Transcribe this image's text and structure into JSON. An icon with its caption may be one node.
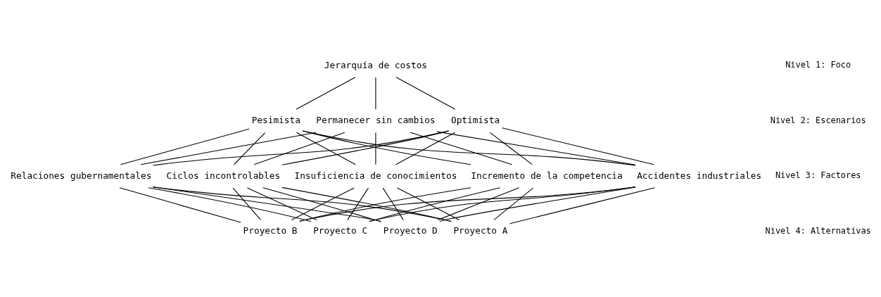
{
  "diagram": {
    "nodes": [
      {
        "text": [
          "Jerarquía de costos"
        ]
      },
      {
        "text": [
          "Pesimista"
        ]
      },
      {
        "text": [
          "Permanecer sin cambios"
        ]
      },
      {
        "text": [
          "Optimista"
        ]
      },
      {
        "text": [
          "Incremento de la competencia"
        ]
      },
      {
        "text": [
          "Accidentes industriales"
        ]
      },
      {
        "text": [
          "Relaciones gubernamentales"
        ]
      },
      {
        "text": [
          "Ciclos incontrolables"
        ]
      },
      {
        "text": [
          "Insuficiencia de conocimientos"
        ]
      },
      {
        "text": [
          "Proyecto A"
        ]
      },
      {
        "text": [
          "Proyecto B"
        ]
      },
      {
        "text": [
          "Proyecto C"
        ]
      },
      {
        "text": [
          "Proyecto D"
        ]
      }
    ],
    "edges": [
      {
        "from": 0,
        "to": 1,
        "arrow": "none"
      },
      {
        "from": 0,
        "to": 2,
        "arrow": "none"
      },
      {
        "from": 0,
        "to": 3,
        "arrow": "none"
      },
      {
        "from": 1,
        "to": 4,
        "arrow": "none"
      },
      {
        "from": 1,
        "to": 5,
        "arrow": "none"
      },
      {
        "from": 1,
        "to": 6,
        "arrow": "none"
      },
      {
        "from": 1,
        "to": 7,
        "arrow": "none"
      },
      {
        "from": 1,
        "to": 8,
        "arrow": "none"
      },
      {
        "from": 2,
        "to": 4,
        "arrow": "none"
      },
      {
        "from": 2,
        "to": 5,
        "arrow": "none"
      },
      {
        "from": 2,
        "to": 6,
        "arrow": "none"
      },
      {
        "from": 2,
        "to": 7,
        "arrow": "none"
      },
      {
        "from": 2,
        "to": 8,
        "arrow": "none"
      },
      {
        "from": 3,
        "to": 4,
        "arrow": "none"
      },
      {
        "from": 3,
        "to": 5,
        "arrow": "none"
      },
      {
        "from": 3,
        "to": 6,
        "arrow": "none"
      },
      {
        "from": 3,
        "to": 7,
        "arrow": "none"
      },
      {
        "from": 3,
        "to": 8,
        "arrow": "none"
      },
      {
        "from": 4,
        "to": 9,
        "arrow": "none"
      },
      {
        "from": 4,
        "to": 10,
        "arrow": "none"
      },
      {
        "from": 4,
        "to": 11,
        "arrow": "none"
      },
      {
        "from": 4,
        "to": 12,
        "arrow": "none"
      },
      {
        "from": 5,
        "to": 9,
        "arrow": "none"
      },
      {
        "from": 5,
        "to": 10,
        "arrow": "none"
      },
      {
        "from": 5,
        "to": 11,
        "arrow": "none"
      },
      {
        "from": 5,
        "to": 12,
        "arrow": "none"
      },
      {
        "from": 6,
        "to": 9,
        "arrow": "none"
      },
      {
        "from": 6,
        "to": 10,
        "arrow": "none"
      },
      {
        "from": 6,
        "to": 11,
        "arrow": "none"
      },
      {
        "from": 6,
        "to": 12,
        "arrow": "none"
      },
      {
        "from": 7,
        "to": 9,
        "arrow": "none"
      },
      {
        "from": 7,
        "to": 10,
        "arrow": "none"
      },
      {
        "from": 7,
        "to": 11,
        "arrow": "none"
      },
      {
        "from": 7,
        "to": 12,
        "arrow": "none"
      },
      {
        "from": 8,
        "to": 9,
        "arrow": "none"
      },
      {
        "from": 8,
        "to": 10,
        "arrow": "none"
      },
      {
        "from": 8,
        "to": 11,
        "arrow": "none"
      },
      {
        "from": 8,
        "to": 12,
        "arrow": "none"
      }
    ],
    "labels": [
      "Nivel 1: Foco",
      "Nivel 2: Escenarios",
      "Nivel 3: Factores",
      "Nivel 4: Alternativas"
    ]
  }
}
